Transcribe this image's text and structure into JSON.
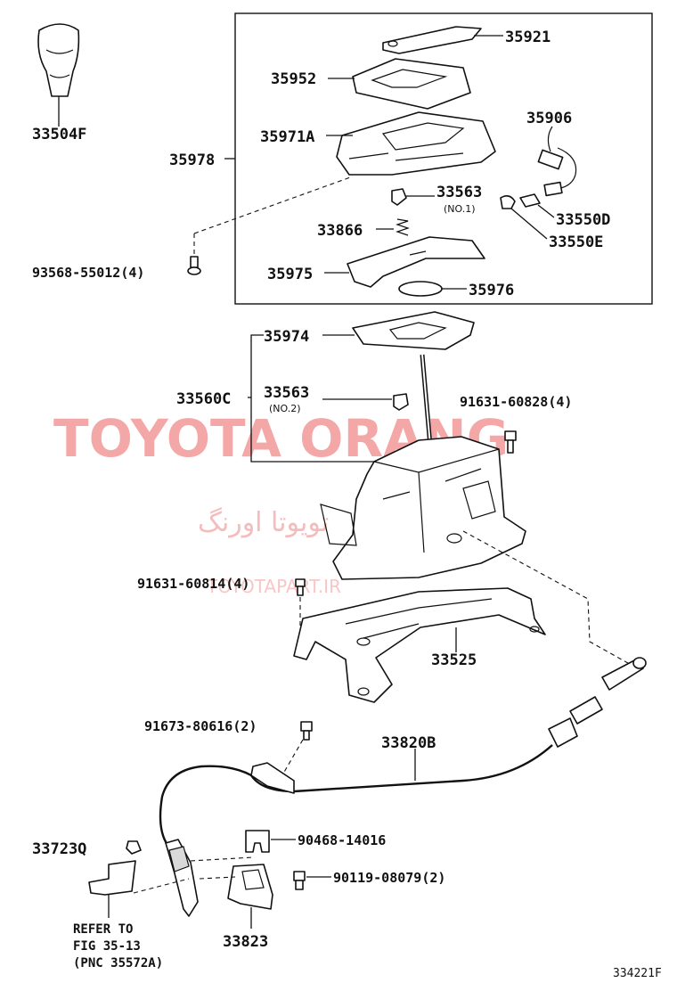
{
  "parts": {
    "p35921": "35921",
    "p35952": "35952",
    "p35971A": "35971A",
    "p35906": "35906",
    "p35978": "35978",
    "p33563_1": "33563",
    "p33563_1_sub": "(NO.1)",
    "p33550D": "33550D",
    "p33866": "33866",
    "p33550E": "33550E",
    "p93568": "93568-55012(4)",
    "p35975": "35975",
    "p35976": "35976",
    "p35974": "35974",
    "p33560C": "33560C",
    "p33563_2": "33563",
    "p33563_2_sub": "(NO.2)",
    "p91631_828": "91631-60828(4)",
    "p91631_814": "91631-60814(4)",
    "p33525": "33525",
    "p91673": "91673-80616(2)",
    "p33820B": "33820B",
    "p33723Q": "33723Q",
    "p90468": "90468-14016",
    "p90119": "90119-08079(2)",
    "p33823": "33823",
    "p33504F": "33504F"
  },
  "refer": {
    "line1": "REFER TO",
    "line2": "FIG 35-13",
    "line3": "(PNC 35572A)"
  },
  "watermark": {
    "brand": "TOYOTA ORANG",
    "persian": "تویوتا اورنگ",
    "url": "TOYOTAPART.IR"
  },
  "figure_code": "334221F"
}
